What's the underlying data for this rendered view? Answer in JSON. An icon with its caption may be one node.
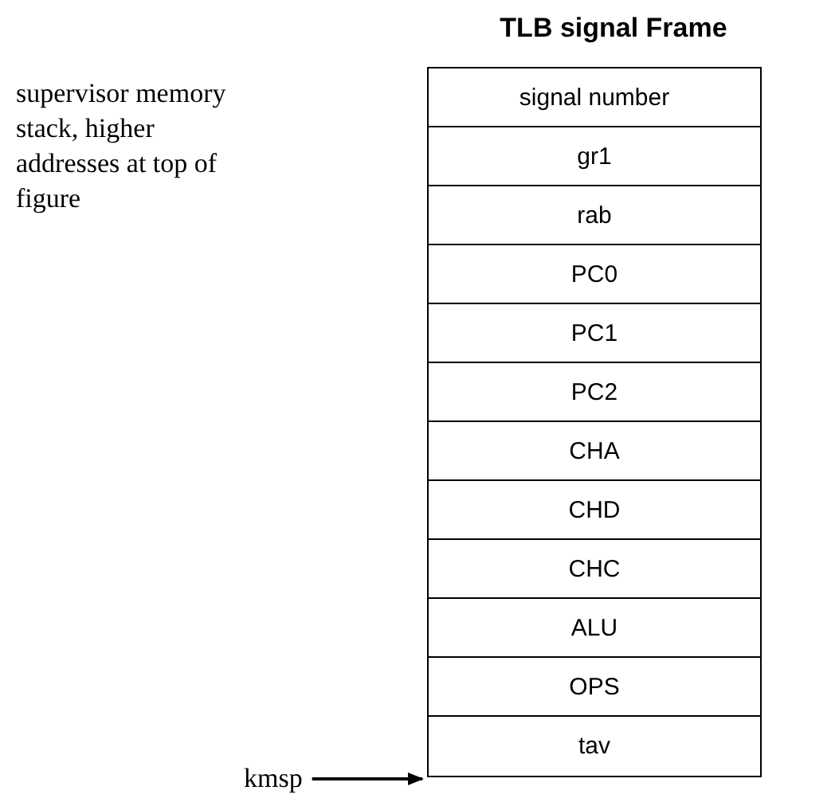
{
  "diagram": {
    "title": "TLB signal Frame",
    "nodes": [
      {
        "text": [
          "signal number"
        ]
      },
      {
        "text": [
          "gr1"
        ]
      },
      {
        "text": [
          "rab"
        ]
      },
      {
        "text": [
          "PC0"
        ]
      },
      {
        "text": [
          "PC1"
        ]
      },
      {
        "text": [
          "PC2"
        ]
      },
      {
        "text": [
          "CHA"
        ]
      },
      {
        "text": [
          "CHD"
        ]
      },
      {
        "text": [
          "CHC"
        ]
      },
      {
        "text": [
          "ALU"
        ]
      },
      {
        "text": [
          "OPS"
        ]
      },
      {
        "text": [
          "tav"
        ]
      },
      {
        "text": [
          "kmsp"
        ]
      }
    ],
    "edges": [
      {
        "from": 12,
        "to": 11,
        "arrow": "to"
      }
    ],
    "labels": [
      "supervisor memory stack, higher addresses at top of figure"
    ]
  }
}
